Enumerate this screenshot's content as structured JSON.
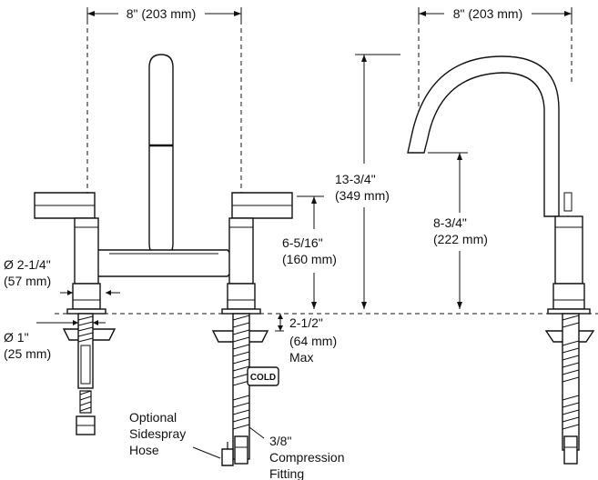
{
  "front_view": {
    "spread_label": "8\" (203 mm)",
    "height_label_1": "6-5/16\"",
    "height_label_2": "(160 mm)",
    "base_dia_label_1": "Ø 2-1/4\"",
    "base_dia_label_2": "(57 mm)",
    "shank_dia_label_1": "Ø 1\"",
    "shank_dia_label_2": "(25 mm)",
    "deck_label_1": "2-1/2\"",
    "deck_label_2": "(64 mm)",
    "deck_label_3": "Max",
    "cold_tag": "COLD",
    "sidespray_label_1": "Optional",
    "sidespray_label_2": "Sidespray",
    "sidespray_label_3": "Hose",
    "fitting_label_1": "3/8\"",
    "fitting_label_2": "Compression",
    "fitting_label_3": "Fitting"
  },
  "side_view": {
    "reach_label": "8\" (203 mm)",
    "overall_height_label_1": "13-3/4\"",
    "overall_height_label_2": "(349 mm)",
    "spout_height_label_1": "8-3/4\"",
    "spout_height_label_2": "(222 mm)"
  }
}
